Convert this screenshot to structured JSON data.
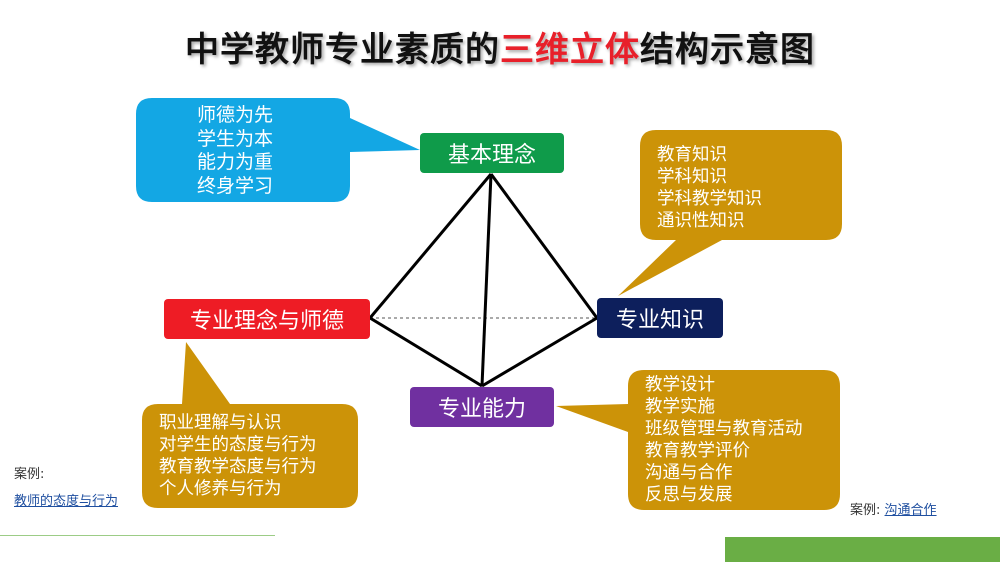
{
  "title": {
    "part1": "中学教师专业素质的",
    "highlight": "三维立体",
    "part2": "结构示意图"
  },
  "nodes": {
    "top": "基本理念",
    "left": "专业理念与师德",
    "right": "专业知识",
    "bottom": "专业能力"
  },
  "callouts": {
    "top_left": [
      "师德为先",
      "学生为本",
      "能力为重",
      "终身学习"
    ],
    "top_right": [
      "教育知识",
      "学科知识",
      "学科教学知识",
      "通识性知识"
    ],
    "bottom_left": [
      "职业理解与认识",
      "对学生的态度与行为",
      "教育教学态度与行为",
      "个人修养与行为"
    ],
    "bottom_right": [
      "教学设计",
      "教学实施",
      "班级管理与教育活动",
      "教育教学评价",
      "沟通与合作",
      "反思与发展"
    ]
  },
  "cases": {
    "left_label": "案例:",
    "left_link": "教师的态度与行为",
    "right_label": "案例:",
    "right_link": "沟通合作"
  },
  "colors": {
    "top_node": "#0f9b4a",
    "left_node": "#ee1c25",
    "right_node": "#0d1f5c",
    "bottom_node": "#7030a0",
    "callout_blue": "#13a7e4",
    "callout_gold": "#cc9308"
  }
}
